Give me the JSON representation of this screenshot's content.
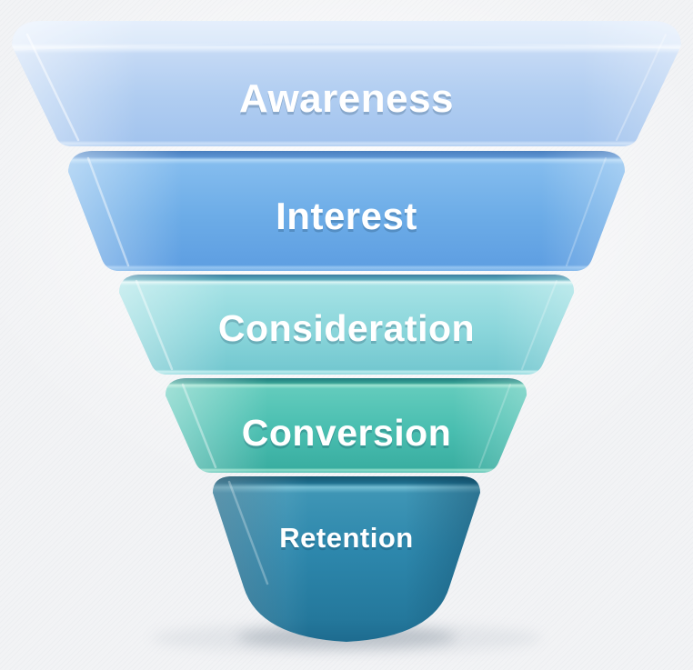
{
  "diagram": {
    "type": "funnel",
    "orientation": "top-wide-to-bottom-narrow",
    "stages": [
      {
        "label": "Awareness",
        "color": "#aecdf1"
      },
      {
        "label": "Interest",
        "color": "#6cace7"
      },
      {
        "label": "Consideration",
        "color": "#8bd6db"
      },
      {
        "label": "Conversion",
        "color": "#49beb0"
      },
      {
        "label": "Retention",
        "color": "#2d87ac"
      }
    ],
    "label_text_color": "#ffffff",
    "background_color": "#f2f3f5"
  }
}
